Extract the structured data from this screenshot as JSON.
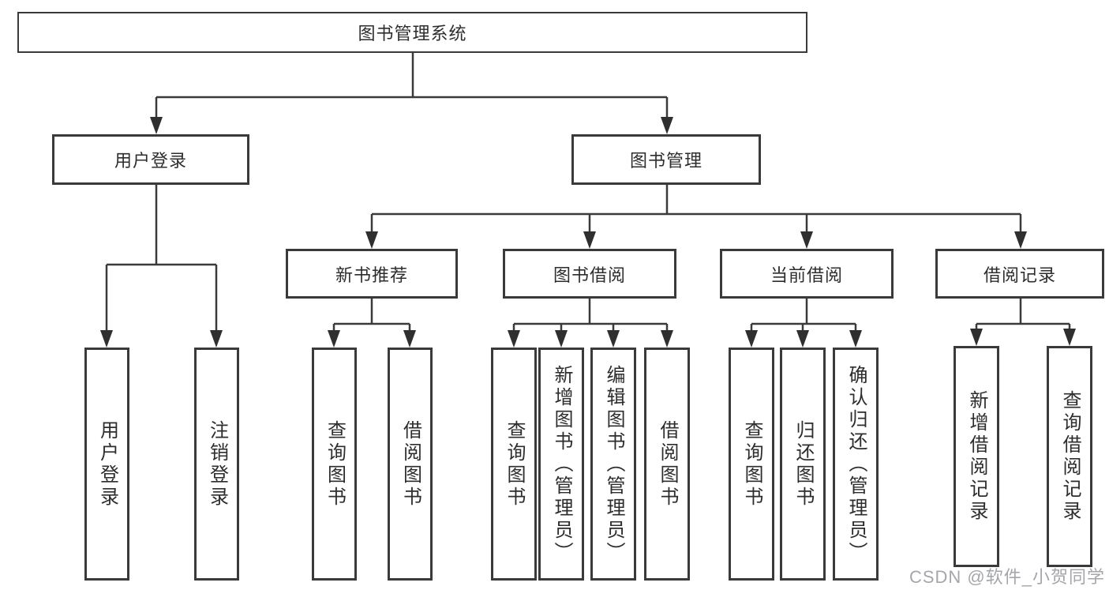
{
  "tree": {
    "root": "图书管理系统",
    "level2": [
      {
        "label": "用户登录",
        "children": [
          "用户登录",
          "注销登录"
        ]
      },
      {
        "label": "图书管理",
        "sections": [
          {
            "label": "新书推荐",
            "children": [
              "查询图书",
              "借阅图书"
            ]
          },
          {
            "label": "图书借阅",
            "children": [
              "查询图书",
              "新增图书（管理员）",
              "编辑图书（管理员）",
              "借阅图书"
            ]
          },
          {
            "label": "当前借阅",
            "children": [
              "查询图书",
              "归还图书",
              "确认归还（管理员）"
            ]
          },
          {
            "label": "借阅记录",
            "children": [
              "新增借阅记录",
              "查询借阅记录"
            ]
          }
        ]
      }
    ]
  },
  "watermark": "CSDN @软件_小贺同学",
  "colors": {
    "line": "#3a3a3a",
    "text": "#2d2d2d",
    "watermark": "#a4a6ab",
    "background": "#ffffff"
  }
}
